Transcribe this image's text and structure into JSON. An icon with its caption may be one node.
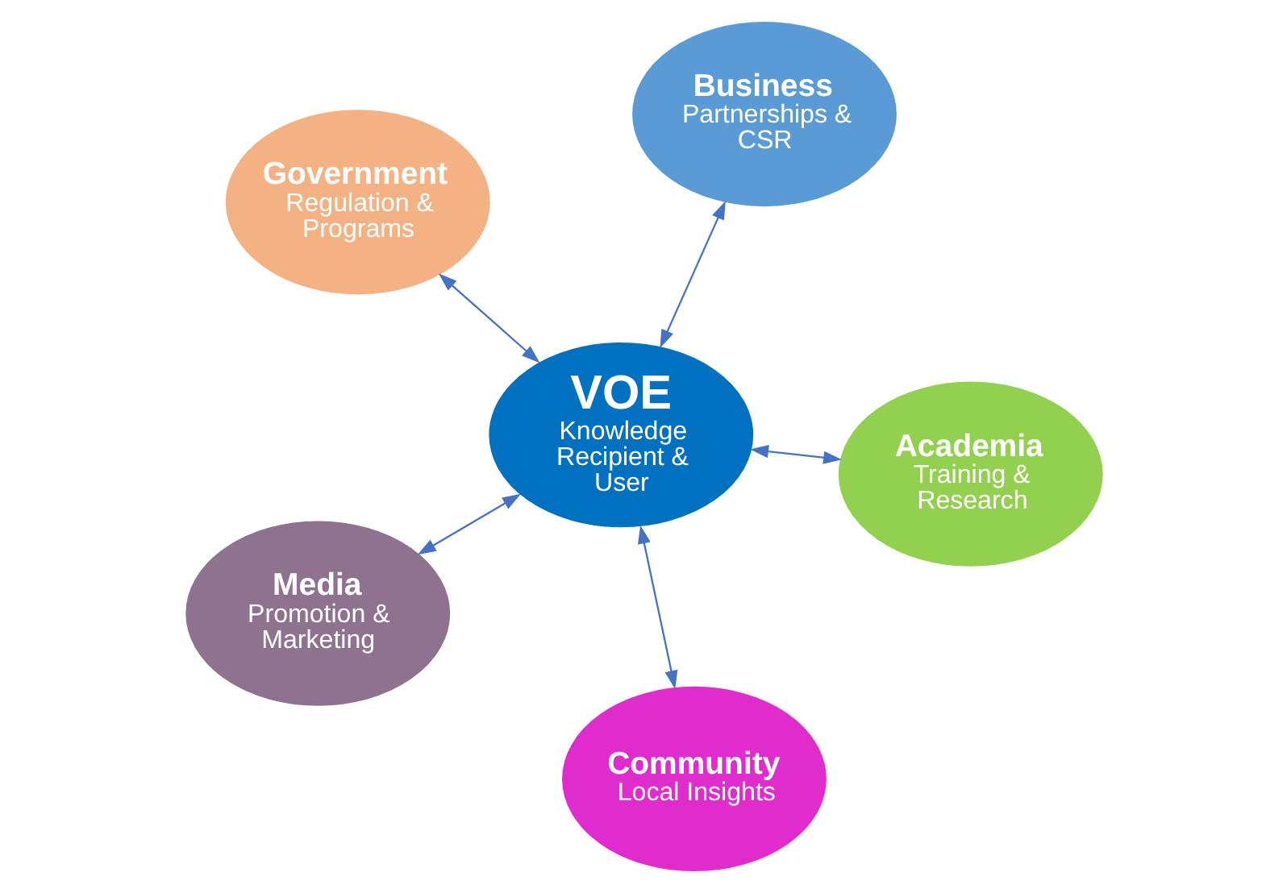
{
  "diagram": {
    "nodes": [
      {
        "text": [
          "Government",
          "Regulation & Programs"
        ]
      },
      {
        "text": [
          "Academia",
          "Training & Research"
        ]
      },
      {
        "text": [
          "Community",
          "Local Insights"
        ]
      },
      {
        "text": [
          "VOE",
          "Knowledge Recipient & User"
        ]
      },
      {
        "text": [
          "Business",
          "Partnerships & CSR"
        ]
      },
      {
        "text": [
          "Media",
          "Promotion & Marketing"
        ]
      }
    ],
    "edges": [
      {
        "from": 3,
        "to": 0,
        "arrow": "both"
      },
      {
        "from": 3,
        "to": 1,
        "arrow": "both"
      },
      {
        "from": 3,
        "to": 2,
        "arrow": "both"
      },
      {
        "from": 3,
        "to": 4,
        "arrow": "both"
      },
      {
        "from": 3,
        "to": 5,
        "arrow": "both"
      }
    ]
  }
}
